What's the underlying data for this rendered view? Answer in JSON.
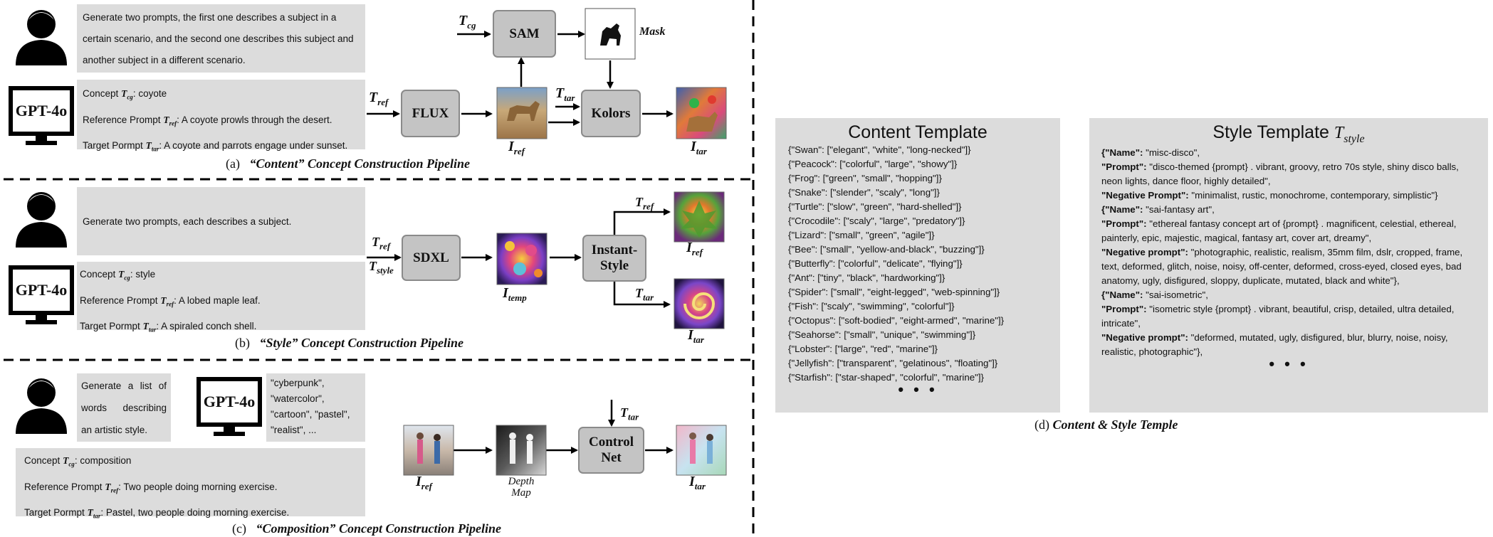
{
  "section_a": {
    "prompt": "Generate two prompts, the first one describes a subject in a certain scenario, and the second one describes this subject and another subject in a different scenario.",
    "gpt_label": "GPT-4o",
    "concept_prefix": "Concept",
    "concept_value": ": coyote",
    "ref_prefix": "Reference Prompt",
    "ref_value": ": A coyote prowls through the desert.",
    "tar_prefix": "Target Pormpt",
    "tar_value": ": A coyote and parrots engage under sunset.",
    "nodes": {
      "flux": "FLUX",
      "sam": "SAM",
      "kolors": "Kolors"
    },
    "mask_label": "Mask",
    "caption_prefix": "(a)",
    "caption_title": "“Content” Concept Construction Pipeline"
  },
  "section_b": {
    "prompt": "Generate two prompts, each describes a subject.",
    "gpt_label": "GPT-4o",
    "concept_prefix": "Concept",
    "concept_value": ": style",
    "ref_prefix": "Reference Prompt",
    "ref_value": ": A lobed maple leaf.",
    "tar_prefix": "Target Pormpt",
    "tar_value": ": A spiraled conch shell.",
    "nodes": {
      "sdxl": "SDXL",
      "instant": "Instant-Style"
    },
    "caption_prefix": "(b)",
    "caption_title": "“Style” Concept Construction Pipeline"
  },
  "section_c": {
    "prompt": "Generate a list of words describing an artistic style.",
    "gpt_label": "GPT-4o",
    "output": "\"cyberpunk\", \"watercolor\", \"cartoon\", \"pastel\", \"realist\", ...",
    "concept_prefix": "Concept",
    "concept_value": ": composition",
    "ref_prefix": "Reference Prompt",
    "ref_value": ": Two people doing morning exercise.",
    "tar_prefix": "Target Pormpt",
    "tar_value": ": Pastel, two people doing morning exercise.",
    "nodes": {
      "controlnet": "Control Net"
    },
    "depth_label": "Depth Map",
    "caption_prefix": "(c)",
    "caption_title": "“Composition” Concept Construction Pipeline"
  },
  "content_template": {
    "title": "Content Template",
    "lines": [
      "{\"Swan\": [\"elegant\", \"white\", \"long-necked\"]}",
      "{\"Peacock\": [\"colorful\", \"large\", \"showy\"]}",
      "{\"Frog\": [\"green\", \"small\", \"hopping\"]}",
      "{\"Snake\": [\"slender\", \"scaly\", \"long\"]}",
      "{\"Turtle\": [\"slow\", \"green\", \"hard-shelled\"]}",
      "{\"Crocodile\": [\"scaly\", \"large\", \"predatory\"]}",
      "{\"Lizard\": [\"small\", \"green\", \"agile\"]}",
      "{\"Bee\": [\"small\", \"yellow-and-black\", \"buzzing\"]}",
      "{\"Butterfly\": [\"colorful\", \"delicate\", \"flying\"]}",
      "{\"Ant\": [\"tiny\", \"black\", \"hardworking\"]}",
      "{\"Spider\": [\"small\", \"eight-legged\", \"web-spinning\"]}",
      "{\"Fish\": [\"scaly\", \"swimming\", \"colorful\"]}",
      "{\"Octopus\": [\"soft-bodied\", \"eight-armed\", \"marine\"]}",
      "{\"Seahorse\": [\"small\", \"unique\", \"swimming\"]}",
      "{\"Lobster\": [\"large\", \"red\", \"marine\"]}",
      "{\"Jellyfish\": [\"transparent\", \"gelatinous\", \"floating\"]}",
      "{\"Starfish\": [\"star-shaped\", \"colorful\", \"marine\"]}"
    ],
    "ellipsis": "• • •"
  },
  "style_template": {
    "title": "Style Template",
    "entries": [
      {
        "key": "{\"Name\":",
        "value": " \"misc-disco\","
      },
      {
        "key": "\"Prompt\":",
        "value": " \"disco-themed {prompt} . vibrant, groovy, retro 70s style, shiny disco balls, neon lights, dance floor, highly detailed\","
      },
      {
        "key": "\"Negative Prompt\":",
        "value": " \"minimalist, rustic, monochrome, contemporary, simplistic\"}"
      },
      {
        "key": "{\"Name\":",
        "value": " \"sai-fantasy art\","
      },
      {
        "key": "\"Prompt\":",
        "value": " \"ethereal fantasy concept art of  {prompt} . magnificent, celestial, ethereal, painterly, epic, majestic, magical, fantasy art, cover art, dreamy\","
      },
      {
        "key": "\"Negative prompt\":",
        "value": " \"photographic, realistic, realism, 35mm film, dslr, cropped, frame, text, deformed, glitch, noise, noisy, off-center, deformed, cross-eyed, closed eyes, bad anatomy, ugly, disfigured, sloppy, duplicate, mutated, black and white\"},"
      },
      {
        "key": "{\"Name\":",
        "value": " \"sai-isometric\","
      },
      {
        "key": "\"Prompt\":",
        "value": " \"isometric style {prompt} . vibrant, beautiful, crisp, detailed, ultra detailed, intricate\","
      },
      {
        "key": "\"Negative prompt\":",
        "value": " \"deformed, mutated, ugly, disfigured, blur, blurry, noise, noisy, realistic, photographic\"},"
      }
    ],
    "ellipsis": "• • •"
  },
  "caption_d_prefix": "(d)",
  "caption_d_title": "Content & Style Temple"
}
